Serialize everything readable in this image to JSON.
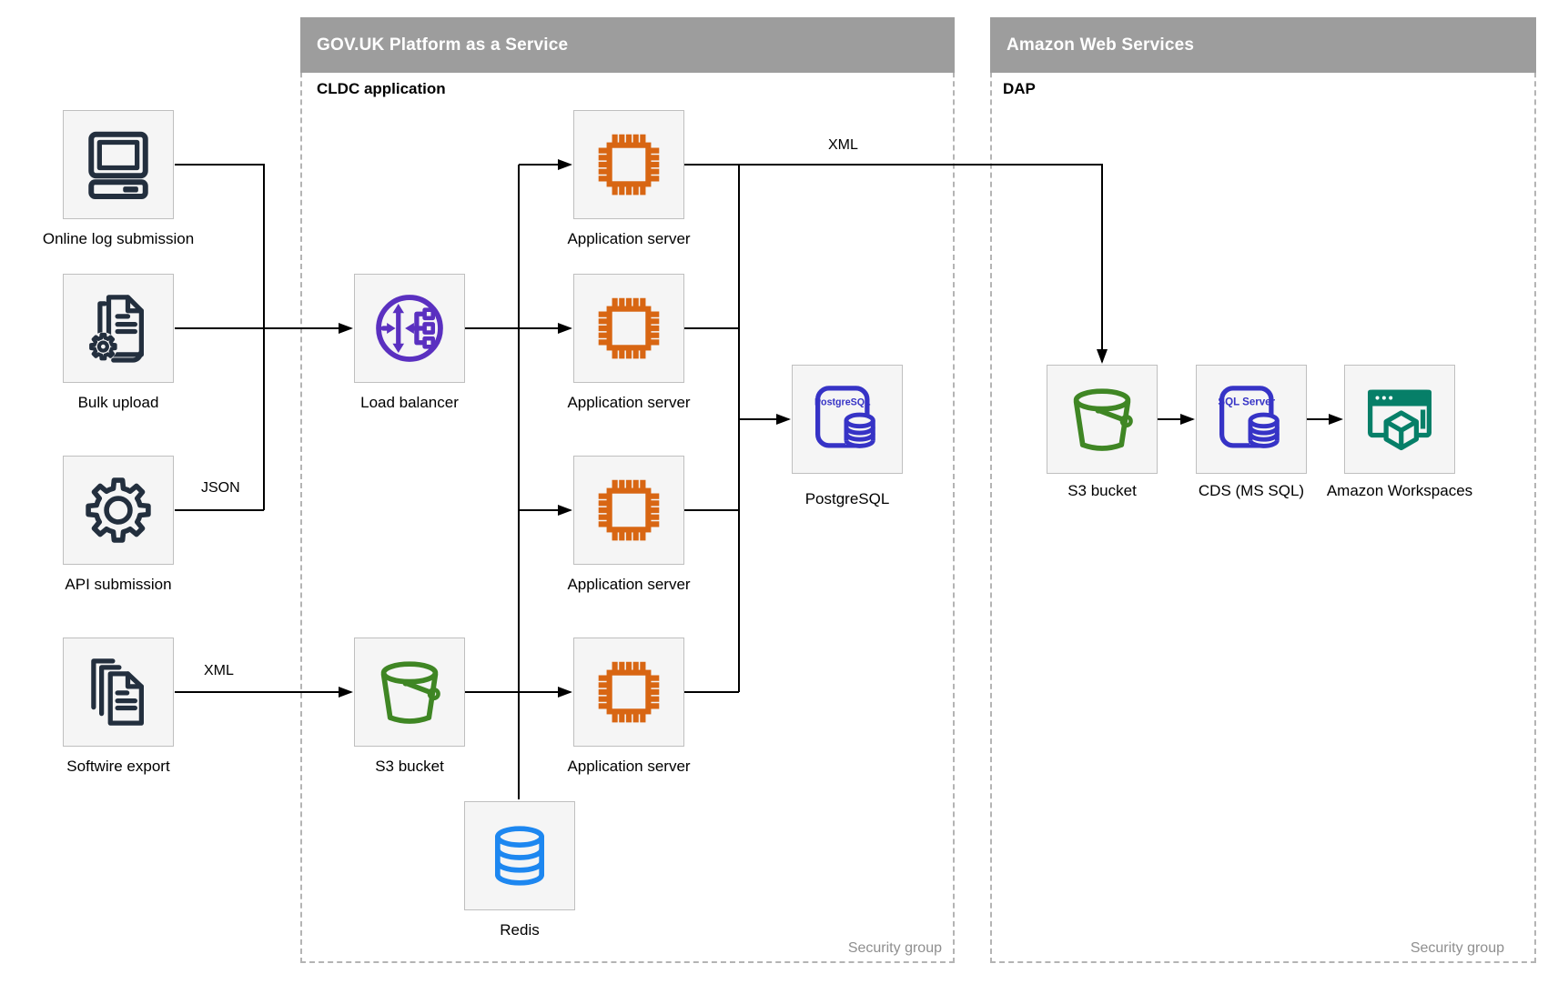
{
  "containers": {
    "paas": {
      "title": "GOV.UK Platform as a Service",
      "sublabel": "CLDC application",
      "security_label": "Security group"
    },
    "aws": {
      "title": "Amazon Web Services",
      "sublabel": "DAP",
      "security_label": "Security group"
    }
  },
  "nodes": {
    "online_log": {
      "label": "Online log submission"
    },
    "bulk_upload": {
      "label": "Bulk upload"
    },
    "api_submission": {
      "label": "API submission"
    },
    "softwire_export": {
      "label": "Softwire export"
    },
    "load_balancer": {
      "label": "Load balancer"
    },
    "s3_paas": {
      "label": "S3 bucket"
    },
    "app_server": {
      "label": "Application server"
    },
    "postgresql": {
      "label": "PostgreSQL",
      "badge": "PostgreSQL"
    },
    "redis": {
      "label": "Redis"
    },
    "s3_aws": {
      "label": "S3 bucket"
    },
    "cds": {
      "label": "CDS (MS SQL)",
      "badge": "SQL Server"
    },
    "workspaces": {
      "label": "Amazon Workspaces"
    }
  },
  "edge_labels": {
    "json": "JSON",
    "xml_softwire": "XML",
    "xml_dap": "XML"
  },
  "colors": {
    "header_gray": "#9d9d9d",
    "source_navy": "#232f3e",
    "server_orange": "#d86613",
    "balancer_purple": "#5a30c0",
    "database_indigo": "#3633c6",
    "bucket_green": "#3f8624",
    "redis_blue": "#1d87f0",
    "workspaces_teal": "#067f68",
    "line_black": "#000000",
    "dashed_border_gray": "#b4b4b4"
  }
}
